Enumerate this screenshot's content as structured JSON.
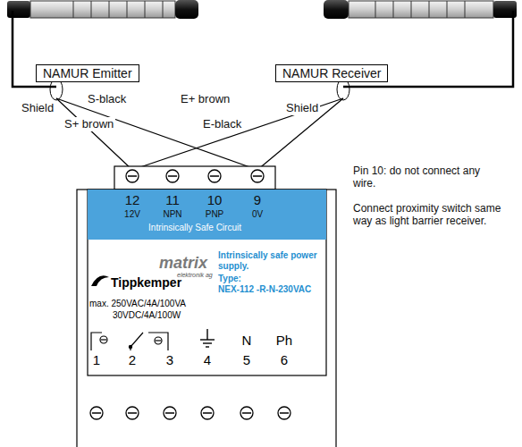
{
  "diagram": {
    "nodes": [
      {
        "text": [
          "NAMUR Emitter"
        ]
      },
      {
        "text": [
          "NAMUR Receiver"
        ]
      },
      {
        "text": [
          "matrix",
          "elektronik ag",
          "Tippkemper",
          "Intrinsically safe power supply.",
          "Type:",
          "NEX-112 -R-N-230VAC",
          "max. 250VAC/4A/100VA",
          "30VDC/4A/100W",
          "1",
          "2",
          "3",
          "4",
          "5",
          "6",
          "N",
          "Ph"
        ]
      },
      {
        "text": [
          "12",
          "11",
          "10",
          "9",
          "12V",
          "NPN",
          "PNP",
          "0V",
          "Intrinsically Safe Circuit"
        ],
        "in": 2
      }
    ],
    "labels": [
      "Shield",
      "S-black",
      "E+ brown",
      "S+ brown",
      "E-black",
      "Shield",
      "Pin 10: do not connect any wire.",
      "Connect proximity switch same way as light barrier receiver."
    ]
  }
}
